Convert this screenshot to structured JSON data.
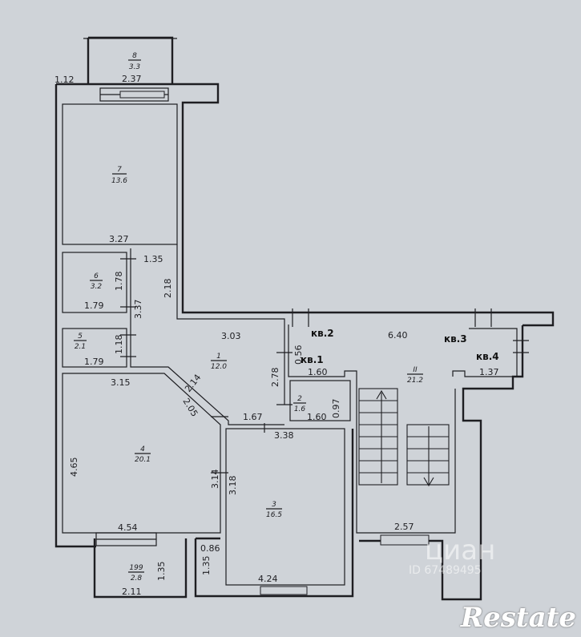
{
  "rooms": [
    {
      "num": "8",
      "area": "3.3"
    },
    {
      "num": "7",
      "area": "13.6"
    },
    {
      "num": "6",
      "area": "3.2"
    },
    {
      "num": "5",
      "area": "2.1"
    },
    {
      "num": "1",
      "area": "12.0"
    },
    {
      "num": "4",
      "area": "20.1"
    },
    {
      "num": "2",
      "area": "1.6"
    },
    {
      "num": "3",
      "area": "16.5"
    },
    {
      "num": "199",
      "area": "2.8"
    },
    {
      "num": "II",
      "area": "21.2"
    }
  ],
  "dims": {
    "d1_12": "1.12",
    "d2_37": "2.37",
    "d3_27": "3.27",
    "d1_35a": "1.35",
    "d1_78": "1.78",
    "d2_18": "2.18",
    "d3_37": "3.37",
    "d1_79a": "1.79",
    "d1_79b": "1.79",
    "d1_18": "1.18",
    "d3_03": "3.03",
    "d6_40": "6.40",
    "d0_56": "0.56",
    "d2_78": "2.78",
    "d1_60a": "1.60",
    "d1_37": "1.37",
    "d3_15": "3.15",
    "d2_14": "2.14",
    "d2_05": "2.05",
    "d1_67": "1.67",
    "d1_60b": "1.60",
    "d0_97": "0.97",
    "d3_38": "3.38",
    "d4_65": "4.65",
    "d3_14": "3.14",
    "d3_18": "3.18",
    "d4_54": "4.54",
    "d2_57": "2.57",
    "d0_86": "0.86",
    "d1_35b": "1.35",
    "d1_35c": "1.35",
    "d2_11": "2.11",
    "d4_24": "4.24"
  },
  "apartments": {
    "kv1": "кв.1",
    "kv2": "кв.2",
    "kv3": "кв.3",
    "kv4": "кв.4"
  },
  "watermark": {
    "brand": "циан",
    "id": "ID 67489495"
  },
  "logo": "Restate"
}
